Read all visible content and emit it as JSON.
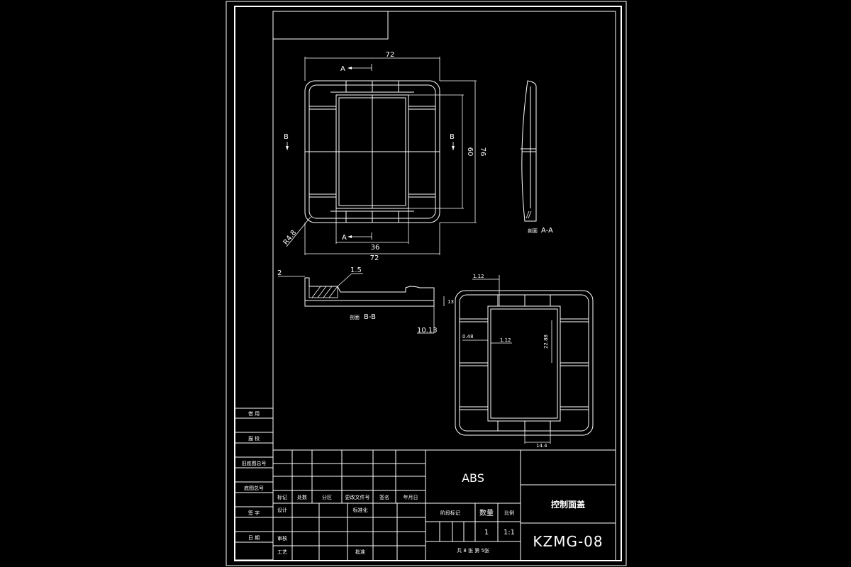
{
  "drawing": {
    "top_view_dims": {
      "width_top": "72",
      "width_bottom": "72",
      "inner_width": "36",
      "height_outer": "76",
      "height_inner": "60",
      "corner_radius": "R4.8"
    },
    "section_labels": {
      "a_top": "A",
      "a_bottom": "A",
      "b_left": "B",
      "b_right": "B",
      "section_aa_prefix": "剖面",
      "section_aa": "A-A",
      "section_bb_prefix": "剖面",
      "section_bb": "B-B"
    },
    "section_bb_dims": {
      "d1": "2",
      "d2": "1.5",
      "d3": "10.13",
      "d4": "13"
    },
    "detail_view_dims": {
      "d1": "1.12",
      "d2": "0.48",
      "d3": "1.12",
      "d4": "22.88",
      "d5": "14.4"
    }
  },
  "left_strip": {
    "rows": [
      "借 用",
      "描 校",
      "旧底图总号",
      "底图总号",
      "签 字",
      "日 期"
    ]
  },
  "title_block": {
    "material": "ABS",
    "part_name": "控制面盖",
    "drawing_number": "KZMG-08",
    "rev_headers": [
      "标记",
      "处数",
      "分区",
      "更改文件号",
      "签名",
      "年月日"
    ],
    "sign_rows": {
      "design": "设计",
      "standard": "标准化",
      "check": "审核",
      "process": "工艺",
      "approve": "批准"
    },
    "stage_label": "阶段标记",
    "qty_label": "数量",
    "scale_label": "比例",
    "qty_value": "1",
    "scale_value": "1:1",
    "sheets": "共 8 张   第 5张"
  }
}
